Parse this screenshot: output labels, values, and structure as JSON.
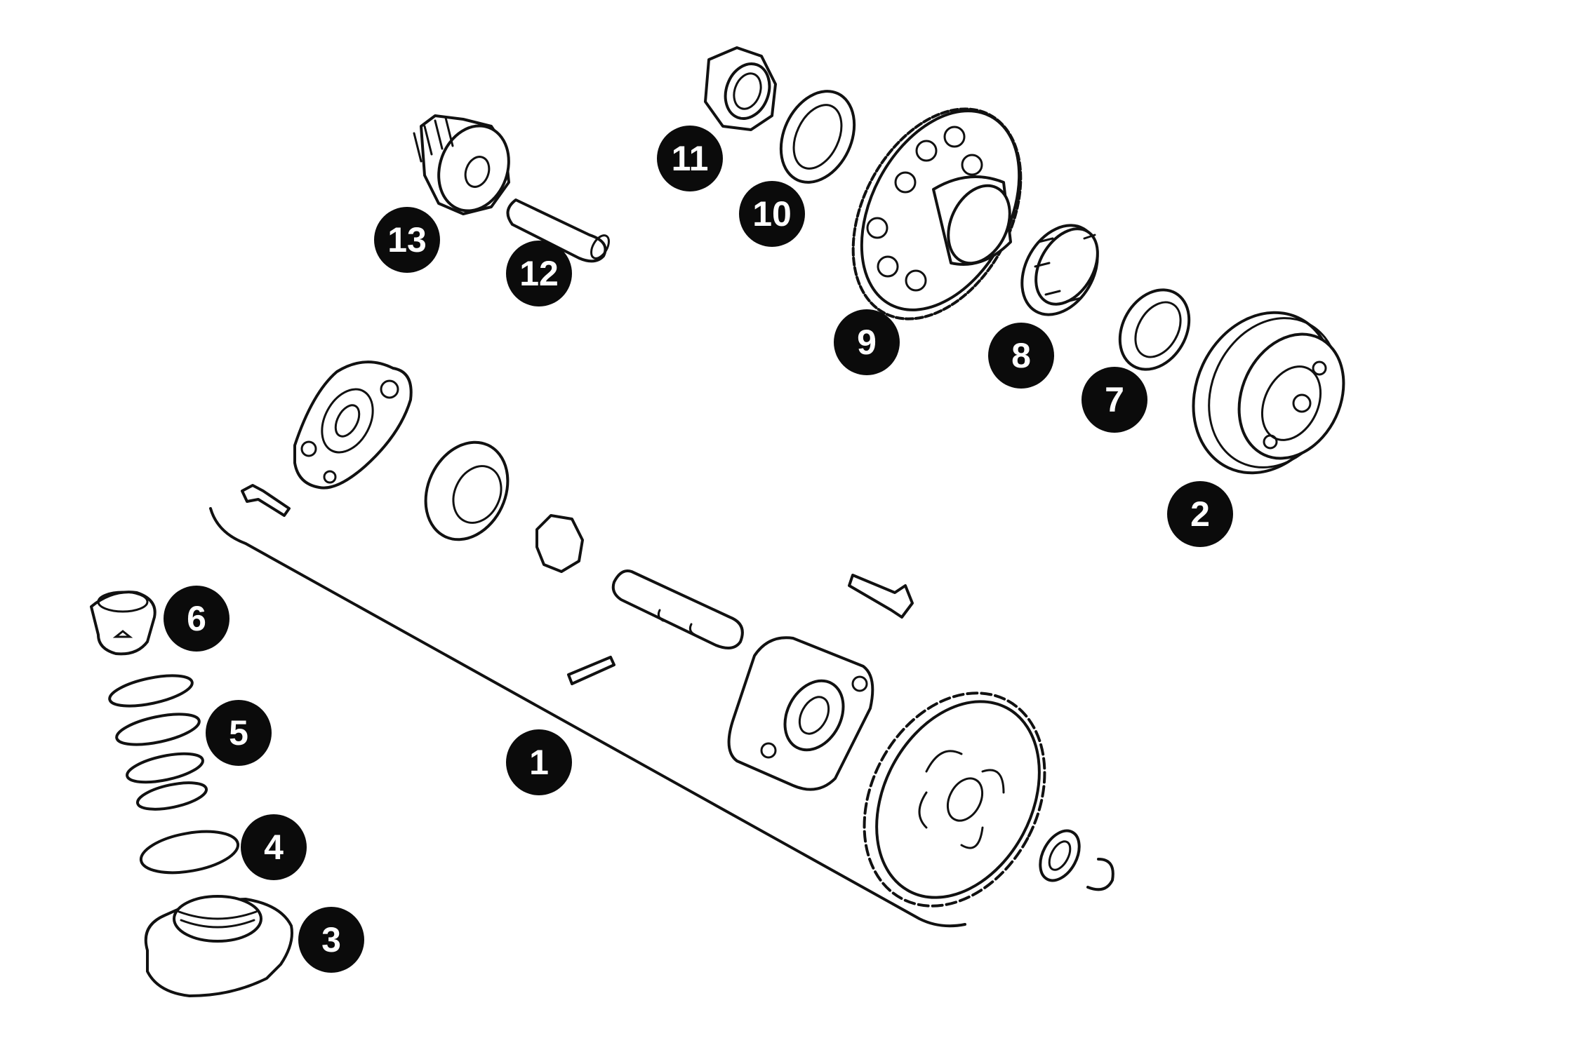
{
  "callouts": [
    {
      "id": "1",
      "label": "1"
    },
    {
      "id": "2",
      "label": "2"
    },
    {
      "id": "3",
      "label": "3"
    },
    {
      "id": "4",
      "label": "4"
    },
    {
      "id": "5",
      "label": "5"
    },
    {
      "id": "6",
      "label": "6"
    },
    {
      "id": "7",
      "label": "7"
    },
    {
      "id": "8",
      "label": "8"
    },
    {
      "id": "9",
      "label": "9"
    },
    {
      "id": "10",
      "label": "10"
    },
    {
      "id": "11",
      "label": "11"
    },
    {
      "id": "12",
      "label": "12"
    },
    {
      "id": "13",
      "label": "13"
    }
  ],
  "colors": {
    "line": "#111111",
    "badge": "#0b0b0b",
    "badge_text": "#ffffff",
    "background": "#ffffff"
  }
}
